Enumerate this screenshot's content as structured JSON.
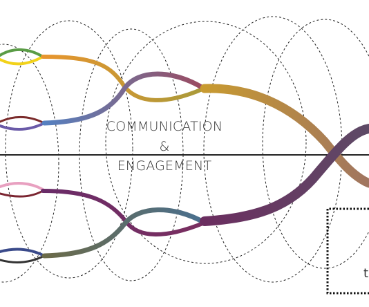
{
  "labels": {
    "line1": "COMMUNICATION",
    "line2": "&",
    "line3": "ENGAGEMENT",
    "corner_glyph": "t"
  },
  "colors": {
    "orange": "#e8952e",
    "gold": "#c09a32",
    "mauve": "#8f5268",
    "slate_blue": "#5a6fa8",
    "purple": "#6a3a6a",
    "teal": "#4f6e86",
    "olive": "#7a7550",
    "brown": "#a87a5e",
    "dark_plum": "#5d4660",
    "divider": "#222222"
  }
}
